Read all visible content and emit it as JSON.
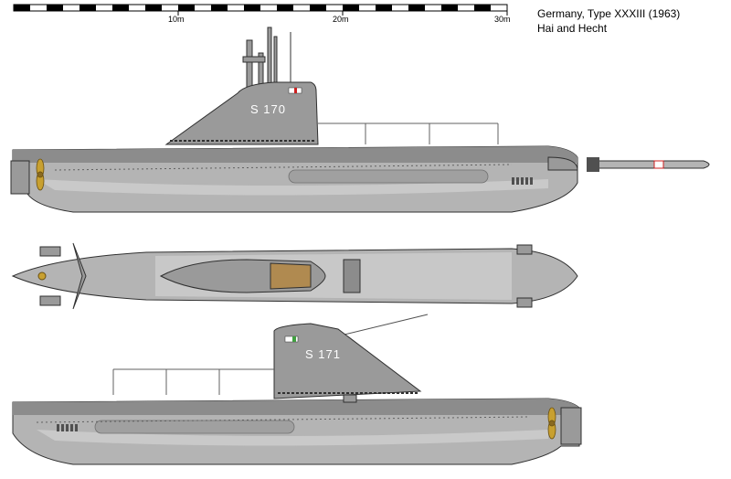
{
  "caption": {
    "line1": "Germany, Type XXXIII (1963)",
    "line2": "Hai and Hecht"
  },
  "scale": {
    "labels": [
      "10m",
      "20m",
      "30m"
    ]
  },
  "hull_numbers": {
    "top": "S 170",
    "bottom": "S 171"
  },
  "colors": {
    "hull": "#b4b4b4",
    "hull_dark": "#8c8c8c",
    "hull_light": "#d2d2d2",
    "deck": "#9a9a9a",
    "outline": "#303030",
    "propeller": "#c8a030",
    "wood": "#b08a50"
  }
}
